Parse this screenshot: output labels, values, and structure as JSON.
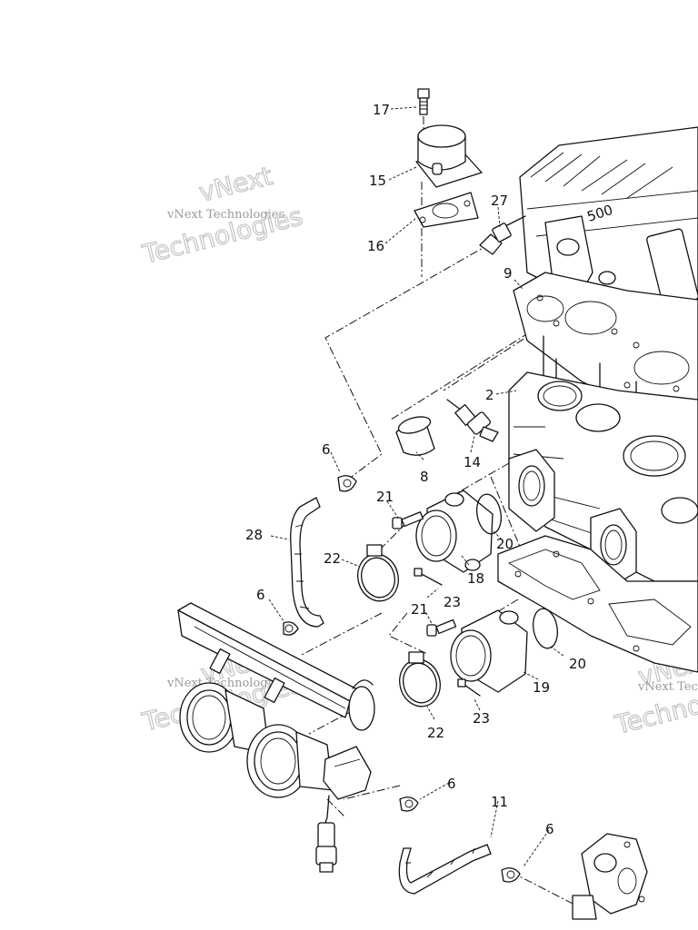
{
  "diagram": {
    "watermark": {
      "line1": "vNext Technologies",
      "line2": "vNext",
      "line3": "Technologies"
    },
    "callouts": {
      "n2": "2",
      "n6": "6",
      "n8": "8",
      "n9": "9",
      "n11": "11",
      "n14": "14",
      "n15": "15",
      "n16": "16",
      "n17": "17",
      "n18": "18",
      "n19": "19",
      "n20": "20",
      "n21": "21",
      "n22": "22",
      "n23": "23",
      "n27": "27",
      "n28": "28"
    },
    "engine_marking": "500"
  }
}
